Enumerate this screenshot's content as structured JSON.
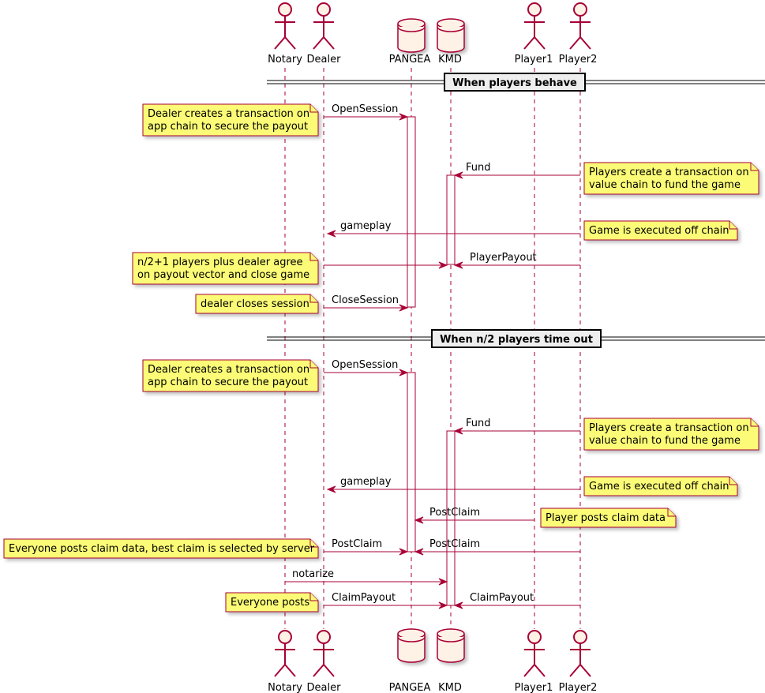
{
  "participants": [
    {
      "id": "notary",
      "label": "Notary",
      "type": "actor"
    },
    {
      "id": "dealer",
      "label": "Dealer",
      "type": "actor"
    },
    {
      "id": "pangea",
      "label": "PANGEA",
      "type": "database"
    },
    {
      "id": "kmd",
      "label": "KMD",
      "type": "database"
    },
    {
      "id": "player1",
      "label": "Player1",
      "type": "actor"
    },
    {
      "id": "player2",
      "label": "Player2",
      "type": "actor"
    }
  ],
  "sections": [
    {
      "label": "When players behave"
    },
    {
      "label": "When n/2 players time out"
    }
  ],
  "messages": [
    {
      "from": "dealer",
      "to": "pangea",
      "label": "OpenSession"
    },
    {
      "from": "player2",
      "to": "kmd",
      "label": "Fund"
    },
    {
      "from": "player2",
      "to": "dealer",
      "label": "gameplay"
    },
    {
      "from": "dealer",
      "to": "kmd",
      "label": ""
    },
    {
      "from": "player2",
      "to": "kmd",
      "label": "PlayerPayout"
    },
    {
      "from": "dealer",
      "to": "pangea",
      "label": "CloseSession"
    },
    {
      "from": "dealer",
      "to": "pangea",
      "label": "OpenSession"
    },
    {
      "from": "player2",
      "to": "kmd",
      "label": "Fund"
    },
    {
      "from": "player2",
      "to": "dealer",
      "label": "gameplay"
    },
    {
      "from": "player1",
      "to": "pangea",
      "label": "PostClaim"
    },
    {
      "from": "dealer",
      "to": "pangea",
      "label": "PostClaim"
    },
    {
      "from": "player2",
      "to": "pangea",
      "label": "PostClaim"
    },
    {
      "from": "notary",
      "to": "kmd",
      "label": "notarize"
    },
    {
      "from": "dealer",
      "to": "kmd",
      "label": "ClaimPayout"
    },
    {
      "from": "player2",
      "to": "kmd",
      "label": "ClaimPayout"
    }
  ],
  "notes": [
    {
      "lines": [
        "Dealer creates a transaction on",
        "app chain to secure the payout"
      ]
    },
    {
      "lines": [
        "Players create a transaction on",
        "value chain to fund the game"
      ]
    },
    {
      "lines": [
        "Game is executed off chain"
      ]
    },
    {
      "lines": [
        "n/2+1 players plus dealer agree",
        "on payout vector and close game"
      ]
    },
    {
      "lines": [
        "dealer closes session"
      ]
    },
    {
      "lines": [
        "Dealer creates a transaction on",
        "app chain to secure the payout"
      ]
    },
    {
      "lines": [
        "Players create a transaction on",
        "value chain to fund the game"
      ]
    },
    {
      "lines": [
        "Game is executed off chain"
      ]
    },
    {
      "lines": [
        "Player posts claim data"
      ]
    },
    {
      "lines": [
        "Everyone posts claim data, best claim is selected by server"
      ]
    },
    {
      "lines": [
        "Everyone posts"
      ]
    }
  ],
  "colors": {
    "line": "#a80036",
    "participant_fill": "#fef1e6",
    "note_fill": "#fbfb77",
    "separator_fill": "#eeeeee"
  }
}
